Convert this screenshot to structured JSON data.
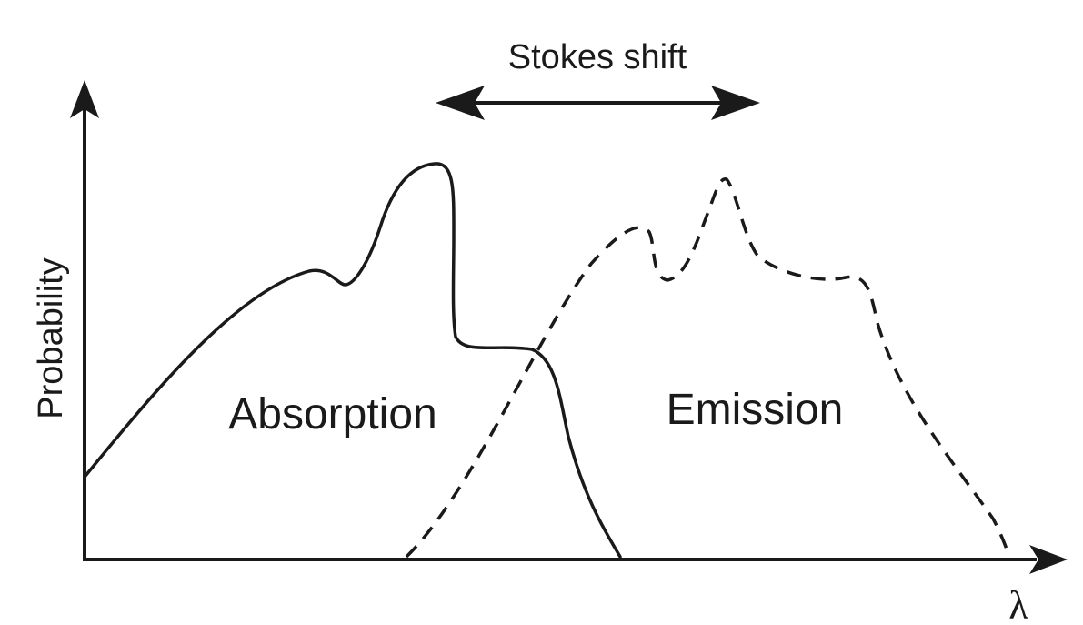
{
  "labels": {
    "stokes_shift": "Stokes shift",
    "y_axis": "Probability",
    "x_axis": "λ",
    "absorption": "Absorption",
    "emission": "Emission"
  },
  "colors": {
    "stroke": "#1a1a1a",
    "background": "#ffffff"
  }
}
